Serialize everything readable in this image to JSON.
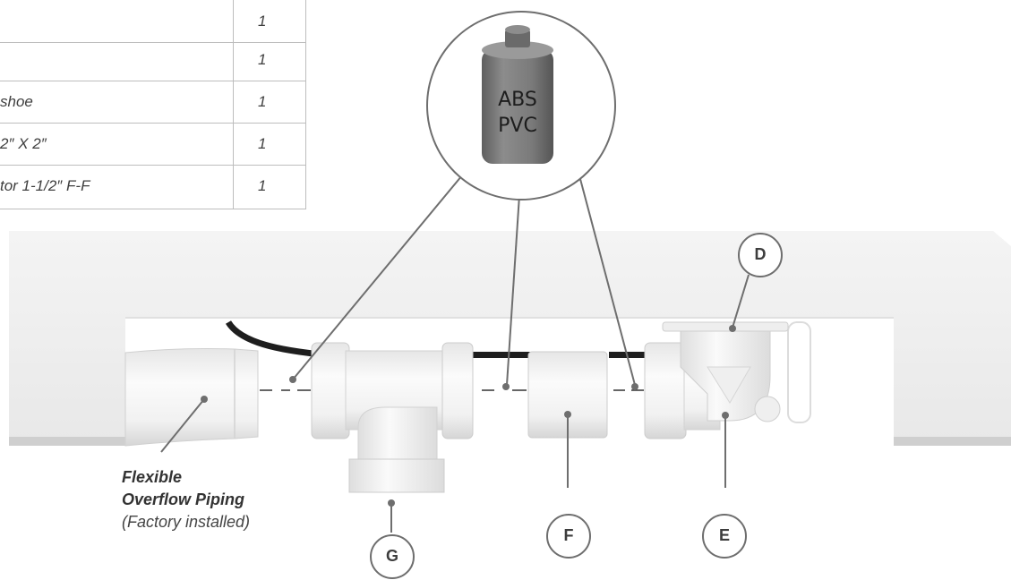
{
  "parts_table": {
    "rows": [
      {
        "description": "",
        "qty": "1"
      },
      {
        "description": "",
        "qty": "1"
      },
      {
        "description": "shoe",
        "qty": "1"
      },
      {
        "description": "2″ X 2″",
        "qty": "1"
      },
      {
        "description": "tor 1-1/2″ F-F",
        "qty": "1"
      }
    ]
  },
  "solvent_can": {
    "line1": "ABS",
    "line2": "PVC"
  },
  "callouts": {
    "d": "D",
    "e": "E",
    "f": "F",
    "g": "G"
  },
  "caption": {
    "line1": "Flexible",
    "line2": "Overflow Piping",
    "line3": "(Factory installed)"
  },
  "colors": {
    "tub": "#efefef",
    "pipe": "#f7f7f7",
    "leader": "#6e6e6e",
    "can": "#7d7d7d"
  }
}
